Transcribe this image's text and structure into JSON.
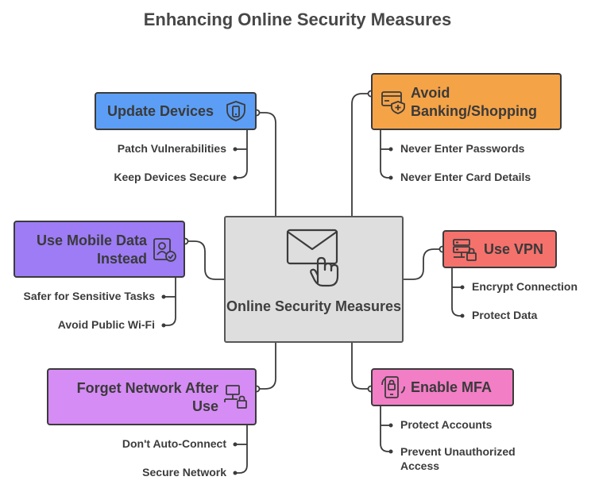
{
  "title": "Enhancing Online Security Measures",
  "center": {
    "label": "Online Security Measures",
    "icon": "envelope-hand-icon"
  },
  "nodes": [
    {
      "label": "Update Devices",
      "icon": "shield-phone-icon",
      "color": "#5c9ef5",
      "items": [
        "Patch Vulnerabilities",
        "Keep Devices Secure"
      ]
    },
    {
      "label": "Avoid Banking/Shopping",
      "icon": "card-shield-icon",
      "color": "#f5a347",
      "items": [
        "Never Enter Passwords",
        "Never Enter Card Details"
      ]
    },
    {
      "label": "Use Mobile Data Instead",
      "icon": "id-badge-check-icon",
      "color": "#9d7cf5",
      "items": [
        "Safer for Sensitive Tasks",
        "Avoid Public Wi-Fi"
      ]
    },
    {
      "label": "Use VPN",
      "icon": "server-lock-icon",
      "color": "#f5716c",
      "items": [
        "Encrypt Connection",
        "Protect Data"
      ]
    },
    {
      "label": "Forget Network After Use",
      "icon": "network-lock-icon",
      "color": "#d68cf5",
      "items": [
        "Don't Auto-Connect",
        "Secure Network"
      ]
    },
    {
      "label": "Enable MFA",
      "icon": "phone-lock-icon",
      "color": "#f27ec6",
      "items": [
        "Protect Accounts",
        "Prevent Unauthorized Access"
      ]
    }
  ]
}
